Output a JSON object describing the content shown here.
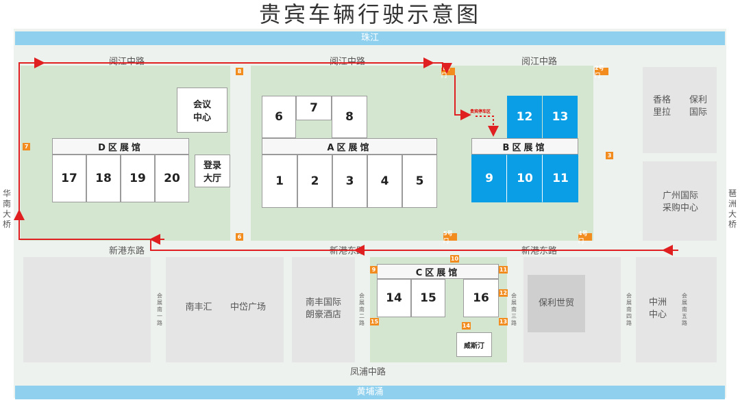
{
  "title": "贵宾车辆行驶示意图",
  "rivers": {
    "north": "珠江",
    "south": "黄埔涌"
  },
  "roads": {
    "yuejiang_west": "阅江中路",
    "yuejiang_mid": "阅江中路",
    "yuejiang_east": "阅江中路",
    "xingang_west": "新港东路",
    "xingang_mid": "新港东路",
    "xingang_east": "新港东路",
    "fengpu": "凤浦中路",
    "huizhan_s1": "会展南一路",
    "huizhan_s2": "会展南二路",
    "huizhan_s3": "会展南三路",
    "huizhan_s4": "会展南四路",
    "huizhan_s5": "会展南五路"
  },
  "bridges": {
    "west": "华南大桥",
    "east": "琶洲大桥"
  },
  "halls_bar": {
    "D": "D区展馆",
    "A": "A区展馆",
    "B": "B区展馆",
    "C": "C区展馆"
  },
  "halls": {
    "h1": "1",
    "h2": "2",
    "h3": "3",
    "h4": "4",
    "h5": "5",
    "h6": "6",
    "h7": "7",
    "h8": "8",
    "h9": "9",
    "h10": "10",
    "h11": "11",
    "h12": "12",
    "h13": "13",
    "h14": "14",
    "h15": "15",
    "h16": "16",
    "h17": "17",
    "h18": "18",
    "h19": "19",
    "h20": "20"
  },
  "buildings": {
    "conference": "会议中心",
    "registration": "登录大厅",
    "westin": "威斯汀"
  },
  "places": {
    "shangri_la": "香格里拉",
    "poly_intl": "保利国际",
    "gz_purchase": "广州国际采购中心",
    "nanfeng_hui": "南丰汇",
    "zhongdai": "中岱广场",
    "nanfeng_langhao": "南丰国际朗豪酒店",
    "poly_world_trade": "保利世贸",
    "zhongzhou": "中洲中心"
  },
  "gates": {
    "g1": "1号门",
    "g2": "2号门",
    "g3": "3",
    "g4": "4号门",
    "g5": "5号门",
    "g6": "6",
    "g7": "7",
    "g8": "8",
    "g9": "9",
    "g10": "10",
    "g11": "11",
    "g12": "12",
    "g13": "13",
    "g14": "14",
    "g15": "15"
  },
  "vip_parking": "贵宾停车区",
  "colors": {
    "route": "#e02020",
    "hall_highlight": "#0a9ee6",
    "gate": "#f28c1e",
    "river": "#8fd0ee"
  }
}
